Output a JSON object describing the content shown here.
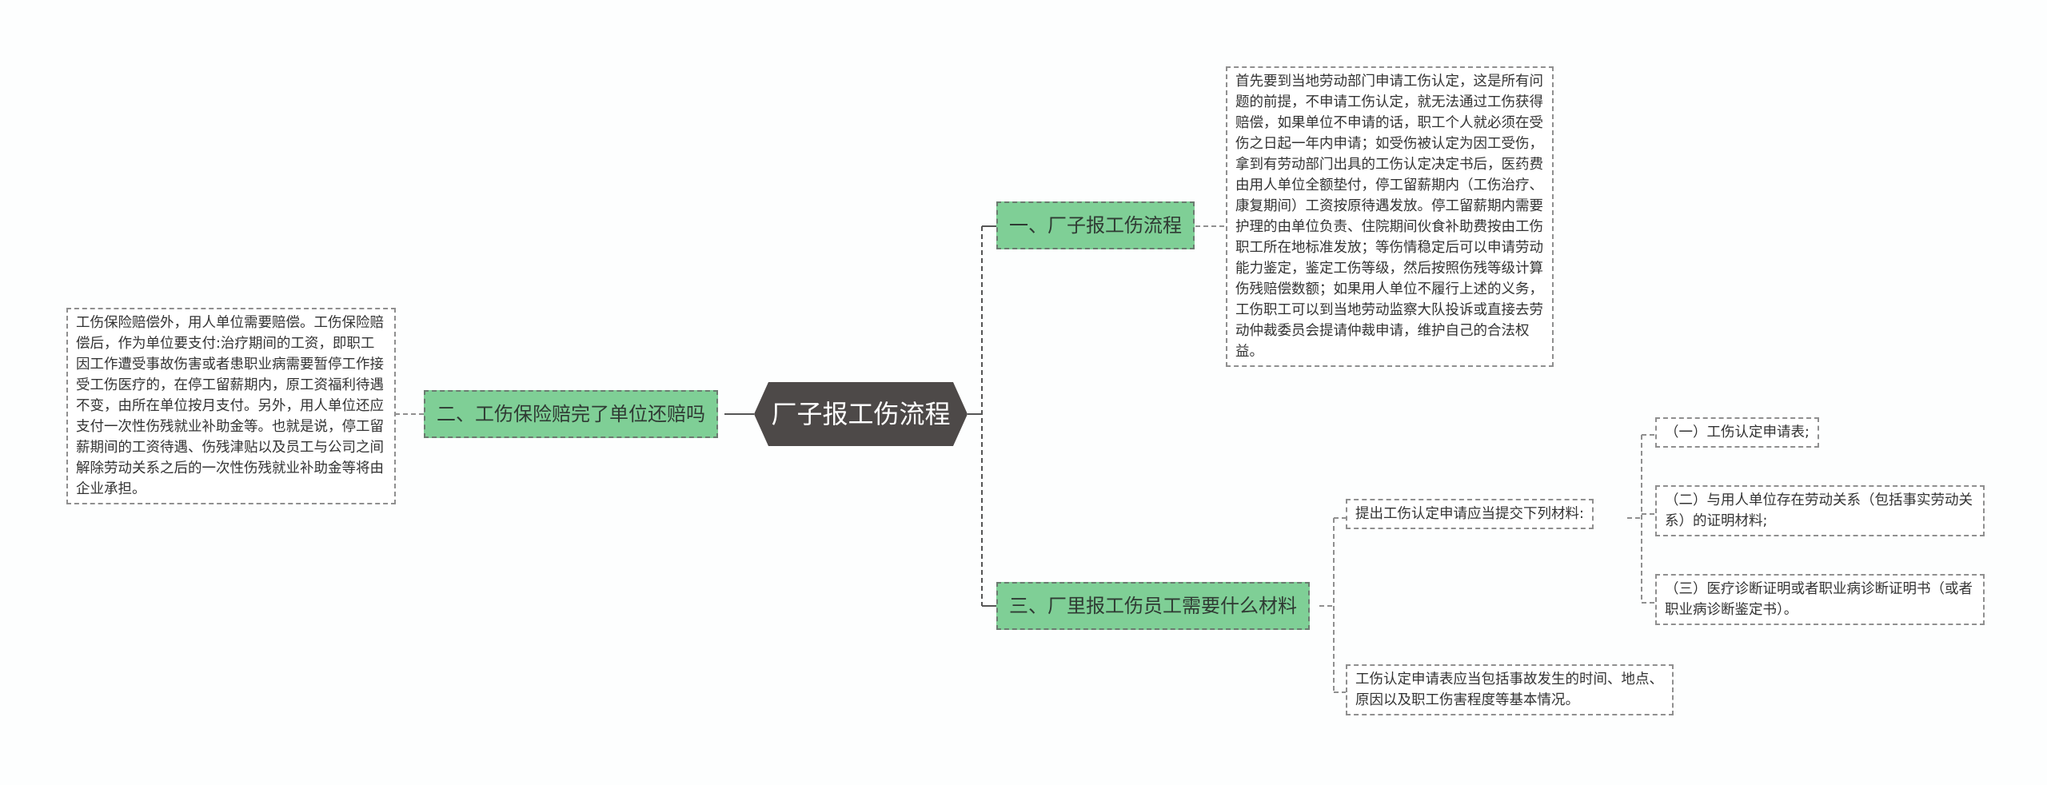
{
  "root": {
    "label": "厂子报工伤流程"
  },
  "branches": [
    {
      "label": "一、厂子报工伤流程",
      "detail": "首先要到当地劳动部门申请工伤认定，这是所有问题的前提，不申请工伤认定，就无法通过工伤获得赔偿，如果单位不申请的话，职工个人就必须在受伤之日起一年内申请；如受伤被认定为因工受伤，拿到有劳动部门出具的工伤认定决定书后，医药费由用人单位全额垫付，停工留薪期内（工伤治疗、康复期间）工资按原待遇发放。停工留薪期内需要护理的由单位负责、住院期间伙食补助费按由工伤职工所在地标准发放；等伤情稳定后可以申请劳动能力鉴定，鉴定工伤等级，然后按照伤残等级计算伤残赔偿数额；如果用人单位不履行上述的义务，工伤职工可以到当地劳动监察大队投诉或直接去劳动仲裁委员会提请仲裁申请，维护自己的合法权益。"
    },
    {
      "label": "二、工伤保险赔完了单位还赔吗",
      "detail": "工伤保险赔偿外，用人单位需要赔偿。工伤保险赔偿后，作为单位要支付:治疗期间的工资，即职工因工作遭受事故伤害或者患职业病需要暂停工作接受工伤医疗的，在停工留薪期内，原工资福利待遇不变，由所在单位按月支付。另外，用人单位还应支付一次性伤残就业补助金等。也就是说，停工留薪期间的工资待遇、伤残津贴以及员工与公司之间解除劳动关系之后的一次性伤残就业补助金等将由企业承担。"
    },
    {
      "label": "三、厂里报工伤员工需要什么材料",
      "sub_label": "提出工伤认定申请应当提交下列材料:",
      "items": [
        "（一）工伤认定申请表;",
        "（二）与用人单位存在劳动关系（包括事实劳动关系）的证明材料;",
        "（三）医疗诊断证明或者职业病诊断证明书（或者职业病诊断鉴定书）。"
      ],
      "note": "工伤认定申请表应当包括事故发生的时间、地点、原因以及职工伤害程度等基本情况。"
    }
  ],
  "colors": {
    "root_bg": "#4d4948",
    "branch_bg": "#7fcf96",
    "line": "#555555",
    "dashed": "#8f8f8f"
  }
}
